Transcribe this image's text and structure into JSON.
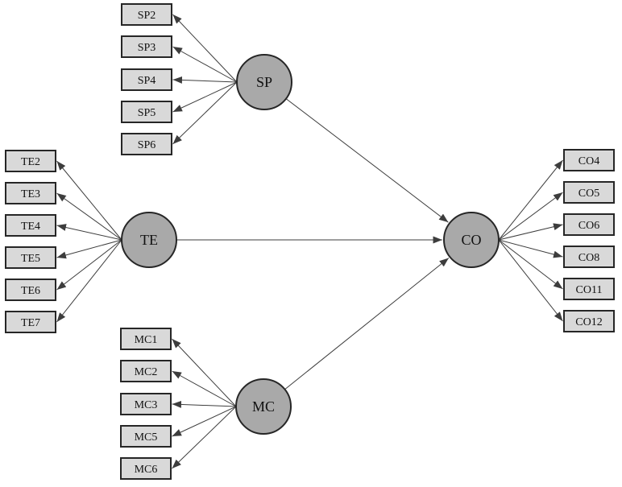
{
  "model": {
    "type": "sem-path-diagram",
    "latents": [
      {
        "id": "SP",
        "label": "SP"
      },
      {
        "id": "TE",
        "label": "TE"
      },
      {
        "id": "MC",
        "label": "MC"
      },
      {
        "id": "CO",
        "label": "CO"
      }
    ],
    "measurements": {
      "SP": {
        "indicators": [
          "SP2",
          "SP3",
          "SP4",
          "SP5",
          "SP6"
        ]
      },
      "TE": {
        "indicators": [
          "TE2",
          "TE3",
          "TE4",
          "TE5",
          "TE6",
          "TE7"
        ]
      },
      "MC": {
        "indicators": [
          "MC1",
          "MC2",
          "MC3",
          "MC5",
          "MC6"
        ]
      },
      "CO": {
        "indicators": [
          "CO4",
          "CO5",
          "CO6",
          "CO8",
          "CO11",
          "CO12"
        ]
      }
    },
    "paths": [
      {
        "from": "SP",
        "to": "CO"
      },
      {
        "from": "TE",
        "to": "CO"
      },
      {
        "from": "MC",
        "to": "CO"
      }
    ],
    "colors": {
      "background": "#ffffff",
      "latent_fill": "#a9a9a9",
      "indicator_fill": "#d9d9d9",
      "border": "#262626",
      "arrow": "#3d3d3d",
      "text": "#111111"
    }
  }
}
